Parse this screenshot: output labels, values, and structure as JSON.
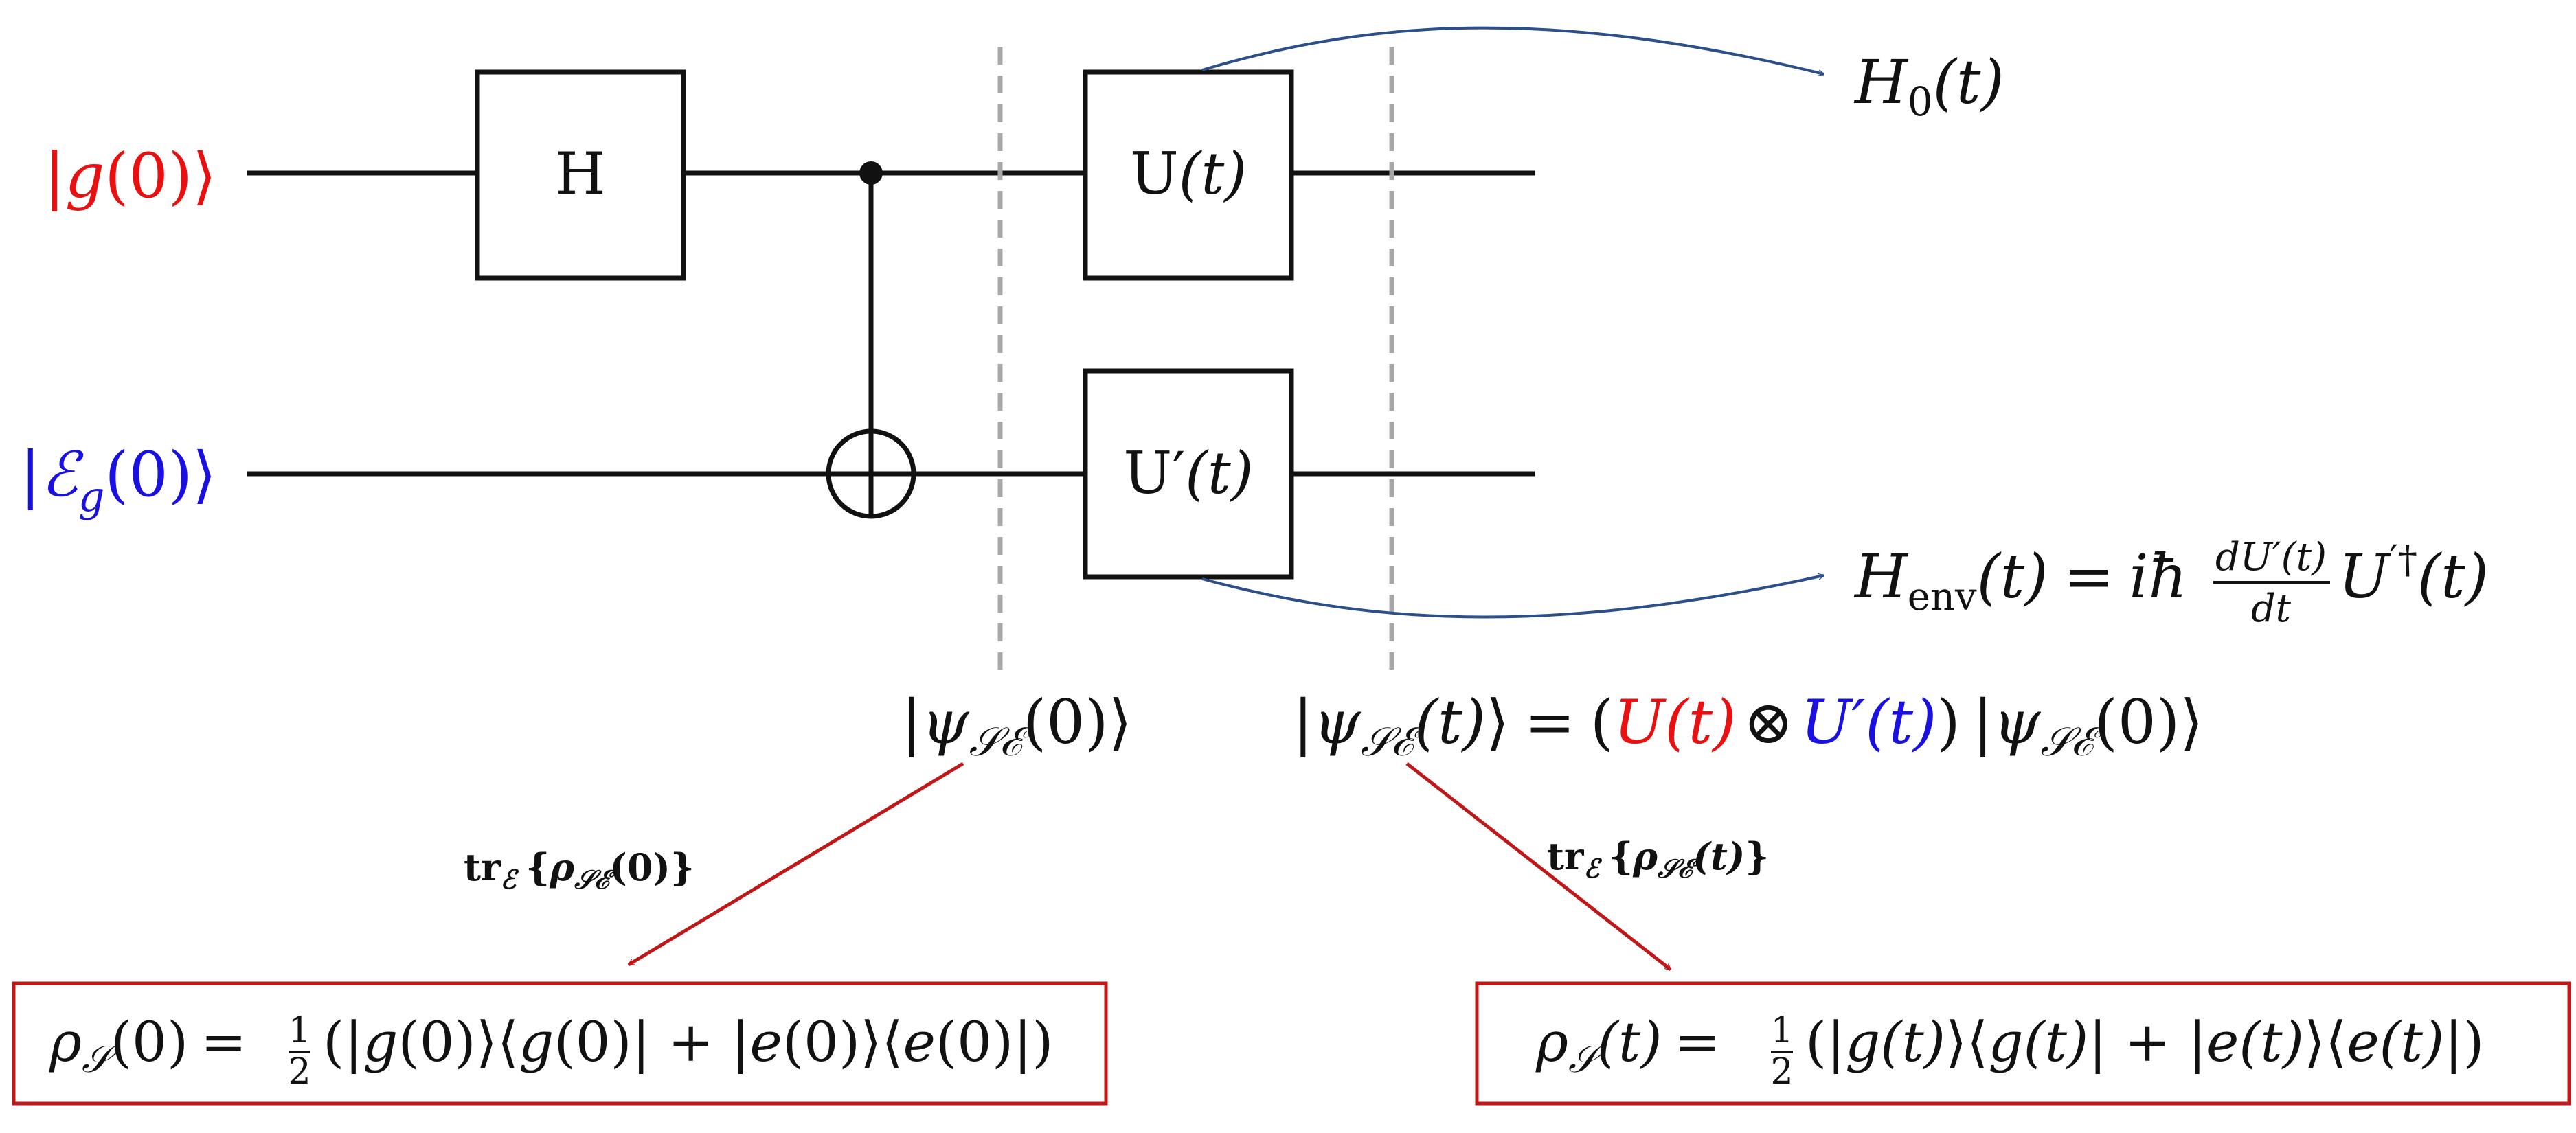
{
  "colors": {
    "system": "#e81010",
    "environment": "#1a10e0",
    "annotation": "#2c4f8a",
    "reduction": "#c01818",
    "wire": "#111111",
    "barrier": "#a8a8a8"
  },
  "inputs": {
    "system_ket": {
      "open": "|",
      "main": "g",
      "arg": "(0)",
      "close": "⟩"
    },
    "env_ket": {
      "open": "|",
      "main": "ℰ",
      "sub": "g",
      "arg": "(0)",
      "close": "⟩"
    }
  },
  "gates": {
    "hadamard": "H",
    "u": {
      "name": "U",
      "arg": "(t)"
    },
    "u_prime": {
      "name": "U′",
      "arg": "(t)"
    }
  },
  "hamiltonians": {
    "h0": {
      "name": "H",
      "sub": "0",
      "arg": "(t)"
    },
    "henv": {
      "name": "H",
      "sub": "env",
      "arg": "(t)",
      "eq": "=",
      "i": "i",
      "hbar": "ħ",
      "frac_num": "dU′(t)",
      "frac_den": "dt",
      "u": "U",
      "sup": "′†",
      "targ": "(t)"
    }
  },
  "states": {
    "psi0": {
      "open": "|",
      "psi": "ψ",
      "sub": "𝒮ℰ",
      "arg": "(0)",
      "close": "⟩"
    },
    "psit": {
      "lhs_open": "|",
      "psi": "ψ",
      "sub": "𝒮ℰ",
      "lhs_arg": "(t)",
      "lhs_close": "⟩",
      "eq": "=",
      "lparen": "(",
      "u": "U(t)",
      "otimes": "⊗",
      "up": "U′(t)",
      "rparen": ")",
      "r_open": "|",
      "r_psi": "ψ",
      "r_sub": "𝒮ℰ",
      "r_arg": "(0)",
      "r_close": "⟩"
    }
  },
  "traces": {
    "t0": {
      "tr": "tr",
      "sub": "ℰ",
      "lbrace": "{",
      "rho": "ρ",
      "rsub": "𝒮ℰ",
      "arg": "(0)",
      "rbrace": "}"
    },
    "tt": {
      "tr": "tr",
      "sub": "ℰ",
      "lbrace": "{",
      "rho": "ρ",
      "rsub": "𝒮ℰ",
      "arg": "(t)",
      "rbrace": "}"
    }
  },
  "densities": {
    "rho0": {
      "rho": "ρ",
      "sub": "𝒮",
      "arg": "(0)",
      "eq": "=",
      "num": "1",
      "den": "2",
      "body_a": "(|",
      "g1": "g",
      "a1": "(0)",
      "mid1": "⟩⟨",
      "g2": "g",
      "a2": "(0)",
      "plus": "| + |",
      "e1": "e",
      "a3": "(0)",
      "mid2": "⟩⟨",
      "e2": "e",
      "a4": "(0)",
      "end": "|)"
    },
    "rhot": {
      "rho": "ρ",
      "sub": "𝒮",
      "arg": "(t)",
      "eq": "=",
      "num": "1",
      "den": "2",
      "body_a": "(|",
      "g1": "g",
      "a1": "(t)",
      "mid1": "⟩⟨",
      "g2": "g",
      "a2": "(t)",
      "plus": "| + |",
      "e1": "e",
      "a3": "(t)",
      "mid2": "⟩⟨",
      "e2": "e",
      "a4": "(t)",
      "end": "|)"
    }
  }
}
